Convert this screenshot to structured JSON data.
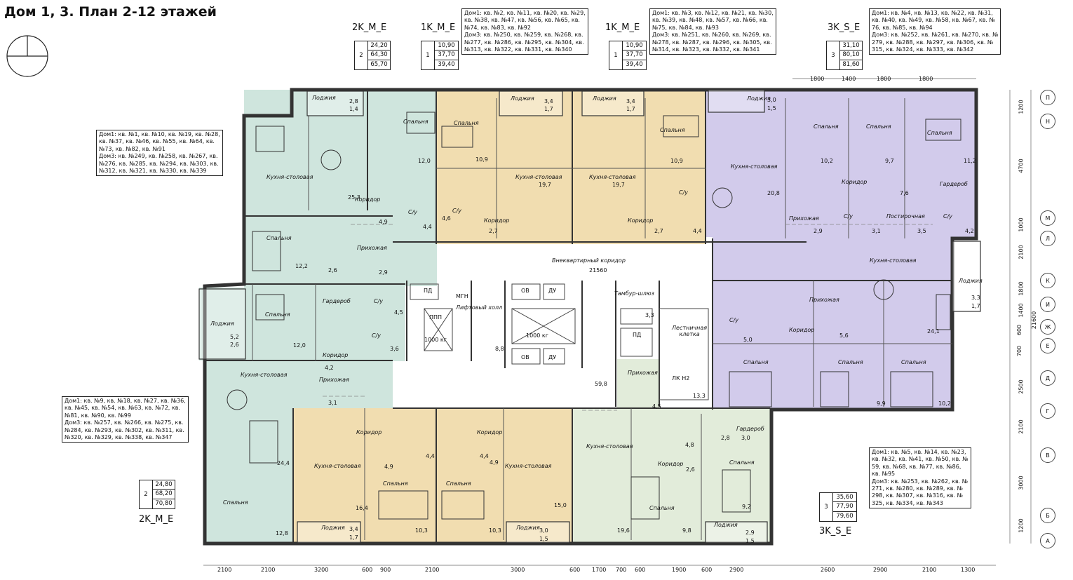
{
  "title": "Дом 1, 3. План 2-12 этажей",
  "colors": {
    "green": "#cfe5dd",
    "yellow": "#f1ddb0",
    "purple": "#d2cbeb",
    "lightgreen": "#e2ecda",
    "wall": "#333333"
  },
  "apartments": [
    {
      "id": "top-left",
      "code": "2K_M_E",
      "rooms": "2",
      "areas": [
        "24,20",
        "64,30",
        "65,70"
      ],
      "note": "Дом1: кв. №1, кв. №10, кв. №19, кв. №28,\nкв. №37, кв. №46, кв. №55, кв. №64, кв.\n№73, кв. №82, кв. №91\nДом3: кв. №249, кв. №258, кв. №267, кв.\n№276, кв. №285, кв. №294, кв. №303, кв.\n№312, кв. №321, кв. №330, кв. №339"
    },
    {
      "id": "top-1k-left",
      "code": "1K_M_E",
      "rooms": "1",
      "areas": [
        "10,90",
        "37,70",
        "39,40"
      ],
      "note": "Дом1: кв. №2, кв. №11, кв. №20, кв. №29,\nкв. №38, кв. №47, кв. №56, кв. №65, кв.\n№74, кв. №83, кв. №92\nДом3: кв. №250, кв. №259, кв. №268, кв.\n№277, кв. №286, кв. №295, кв. №304, кв.\n№313, кв. №322, кв. №331, кв. №340"
    },
    {
      "id": "top-1k-right",
      "code": "1K_M_E",
      "rooms": "1",
      "areas": [
        "10,90",
        "37,70",
        "39,40"
      ],
      "note": "Дом1: кв. №3, кв. №12, кв. №21, кв. №30,\nкв. №39, кв. №48, кв. №57, кв. №66, кв.\n№75, кв. №84, кв. №93\nДом3: кв. №251, кв. №260, кв. №269, кв.\n№278, кв. №287, кв. №296, кв. №305, кв.\n№314, кв. №323, кв. №332, кв. №341"
    },
    {
      "id": "top-3k",
      "code": "3K_S_E",
      "rooms": "3",
      "areas": [
        "31,10",
        "80,10",
        "81,60"
      ],
      "note": "Дом1: кв. №4, кв. №13, кв. №22, кв. №31,\nкв. №40, кв. №49, кв. №58, кв. №67, кв. №\n76, кв. №85, кв. №94\nДом3: кв. №252, кв. №261, кв. №270, кв. №\n279, кв. №288, кв. №297, кв. №306, кв. №\n315, кв. №324, кв. №333, кв. №342"
    },
    {
      "id": "bottom-left",
      "code": "2K_M_E",
      "rooms": "2",
      "areas": [
        "24,80",
        "68,20",
        "70,80"
      ],
      "note": "Дом1: кв. №9, кв. №18, кв. №27, кв. №36,\nкв. №45, кв. №54, кв. №63, кв. №72, кв.\n№81, кв. №90, кв. №99\nДом3: кв. №257, кв. №266, кв. №275, кв.\n№284, кв. №293, кв. №302, кв. №311, кв.\n№320, кв. №329, кв. №338, кв. №347"
    },
    {
      "id": "bottom-3k",
      "code": "3K_S_E",
      "rooms": "3",
      "areas": [
        "35,60",
        "77,90",
        "79,60"
      ],
      "note": "Дом1: кв. №5, кв. №14, кв. №23,\nкв. №32, кв. №41, кв. №50, кв. №\n59, кв. №68, кв. №77, кв. №86,\nкв. №95\nДом3: кв. №253, кв. №262, кв. №\n271, кв. №280, кв. №289, кв. №\n298, кв. №307, кв. №316, кв. №\n325, кв. №334, кв. №343"
    }
  ],
  "rooms": {
    "kitchen": "Кухня-столовая",
    "bedroom": "Спальня",
    "loggia": "Лоджия",
    "corridor": "Коридор",
    "hall": "Прихожая",
    "bath": "С/у",
    "wardrobe": "Гардероб",
    "laundry": "Постирочная"
  },
  "common": {
    "corridor": "Внеквартирный коридор",
    "lift_hall": "Лифтовый холл",
    "tambour": "Тамбур-шлюз",
    "stairs": "Лестничная клетка",
    "pd": "ПД",
    "mgn": "МГН",
    "ov": "ОВ",
    "du": "ДУ",
    "ppp": "ППП",
    "lift1000": "1000 кг",
    "lk": "ЛК Н2",
    "lift_area": "8,8",
    "stair_area": "13,3",
    "tambour_area": "3,3",
    "hall_area": "59,8",
    "corridor_dim": "21560"
  },
  "areas_labels": [
    {
      "t": "25,3"
    },
    {
      "t": "12,0"
    },
    {
      "t": "4,9"
    },
    {
      "t": "4,4"
    },
    {
      "t": "12,2"
    },
    {
      "t": "2,6"
    },
    {
      "t": "2,9"
    },
    {
      "t": "10,9"
    },
    {
      "t": "19,7"
    },
    {
      "t": "4,6"
    },
    {
      "t": "2,7"
    },
    {
      "t": "19,7"
    },
    {
      "t": "10,9"
    },
    {
      "t": "2,7"
    },
    {
      "t": "4,4"
    },
    {
      "t": "20,8"
    },
    {
      "t": "10,2"
    },
    {
      "t": "9,7"
    },
    {
      "t": "11,2"
    },
    {
      "t": "7,6"
    },
    {
      "t": "2,9"
    },
    {
      "t": "3,1"
    },
    {
      "t": "3,5"
    },
    {
      "t": "4,2"
    },
    {
      "t": "24,1"
    },
    {
      "t": "5,0"
    },
    {
      "t": "5,6"
    },
    {
      "t": "9,9"
    },
    {
      "t": "10,2"
    },
    {
      "t": "4,5"
    },
    {
      "t": "3,6"
    },
    {
      "t": "12,0"
    },
    {
      "t": "4,2"
    },
    {
      "t": "24,4"
    },
    {
      "t": "12,8"
    },
    {
      "t": "16,4"
    },
    {
      "t": "10,3"
    },
    {
      "t": "10,3"
    },
    {
      "t": "15,0"
    },
    {
      "t": "4,9"
    },
    {
      "t": "4,4"
    },
    {
      "t": "4,4"
    },
    {
      "t": "4,9"
    },
    {
      "t": "19,6"
    },
    {
      "t": "9,8"
    },
    {
      "t": "9,2"
    },
    {
      "t": "4,8"
    },
    {
      "t": "2,8"
    },
    {
      "t": "2,6"
    },
    {
      "t": "3,0"
    },
    {
      "t": "4,5"
    },
    {
      "t": "3,1"
    }
  ],
  "loggias": [
    {
      "a": "2,8",
      "b": "1,4"
    },
    {
      "a": "3,4",
      "b": "1,7"
    },
    {
      "a": "3,4",
      "b": "1,7"
    },
    {
      "a": "3,0",
      "b": "1,5"
    },
    {
      "a": "5,2",
      "b": "2,6"
    },
    {
      "a": "3,3",
      "b": "1,7"
    },
    {
      "a": "3,4",
      "b": "1,7"
    },
    {
      "a": "3,0",
      "b": "1,5"
    },
    {
      "a": "2,9",
      "b": "1,5"
    }
  ],
  "axes_right": [
    "П",
    "Н",
    "М",
    "Л",
    "К",
    "И",
    "Ж",
    "Е",
    "Д",
    "Г",
    "В",
    "Б",
    "А"
  ],
  "bottom_dims": [
    "2100",
    "2100",
    "3200",
    "600",
    "900",
    "2100",
    "3000",
    "600",
    "1700",
    "700",
    "600",
    "1900",
    "600",
    "2900",
    "2600",
    "2900",
    "2100",
    "1300"
  ],
  "right_dims": [
    "1200",
    "4700",
    "1000",
    "2100",
    "1800",
    "1400",
    "600",
    "700",
    "2500",
    "2100",
    "3000",
    "1200"
  ],
  "right_total": "21600",
  "top_dims": [
    "1800",
    "1400",
    "1800",
    "1800"
  ]
}
